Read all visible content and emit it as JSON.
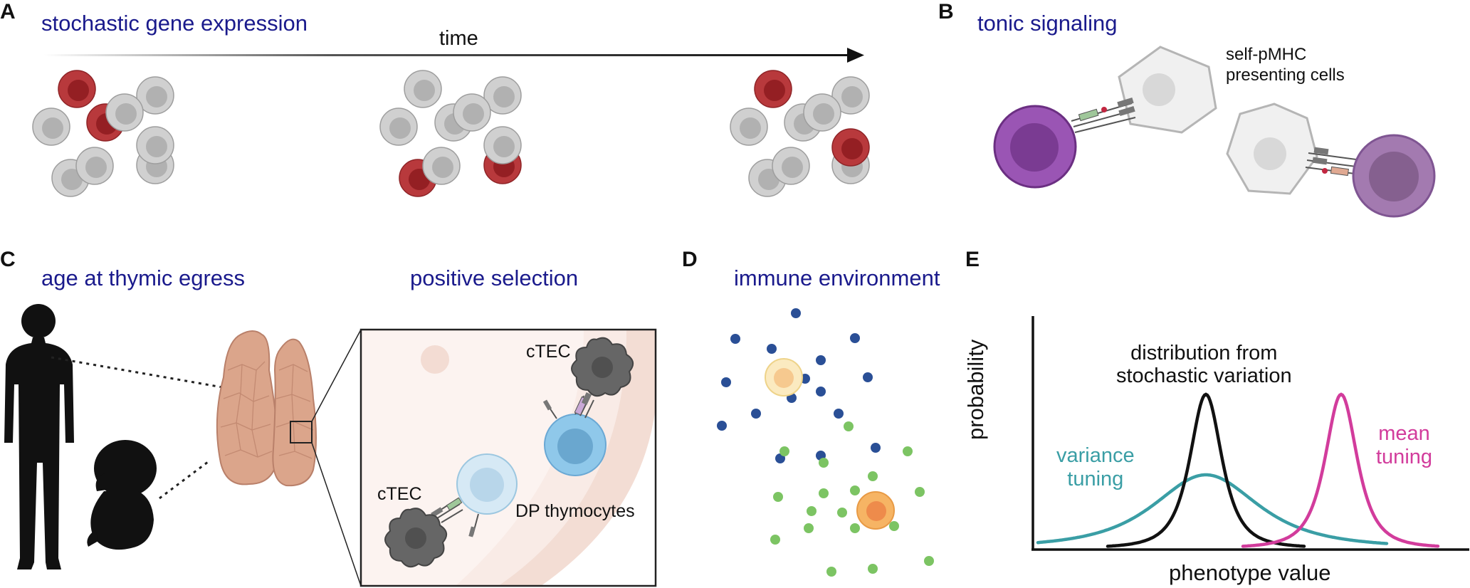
{
  "panels": {
    "A": {
      "letter": "A",
      "title": "stochastic gene expression",
      "axis_label": "time"
    },
    "B": {
      "letter": "B",
      "title": "tonic signaling",
      "label": "self-pMHC\npresenting cells"
    },
    "C": {
      "letter": "C",
      "title_left": "age at thymic egress",
      "title_right": "positive selection",
      "label_ctec_top": "cTEC",
      "label_ctec_bottom": "cTEC",
      "label_dp": "DP thymocytes"
    },
    "D": {
      "letter": "D",
      "title": "immune environment"
    },
    "E": {
      "letter": "E",
      "ylabel": "probability",
      "xlabel": "phenotype value",
      "label_distribution": "distribution from\nstochastic variation",
      "label_variance": "variance\ntuning",
      "label_mean": "mean\ntuning"
    }
  },
  "colors": {
    "title": "#1a1a8c",
    "red_cell": "#b8393c",
    "gray_cell": "#cfcfcf",
    "purple_cell": "#8e4aa6",
    "teal_curve": "#3a9ea5",
    "magenta_curve": "#d23c9c",
    "blue_dot": "#2a4f96",
    "green_dot": "#7cc463",
    "thymus": "#dba58b"
  }
}
